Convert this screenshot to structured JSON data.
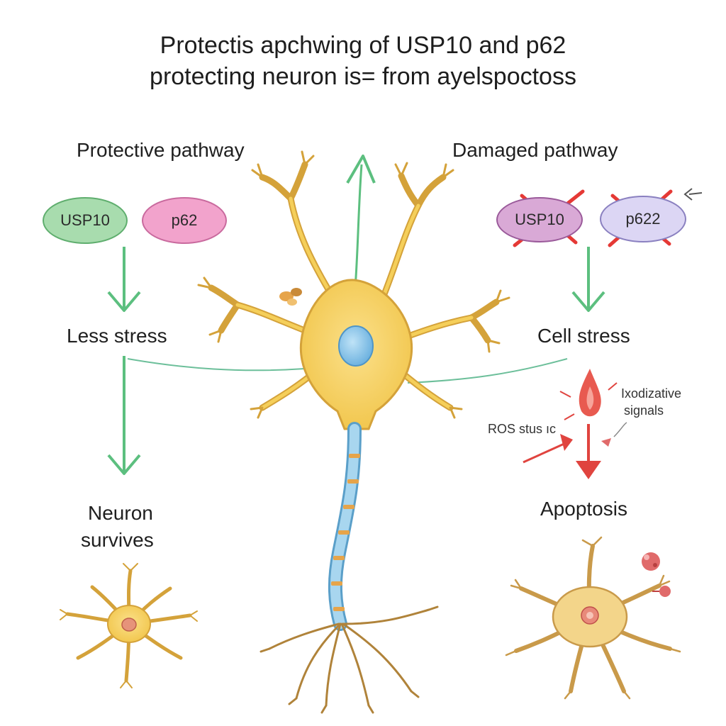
{
  "title_line1": "Protectis apchwing of USP10 and p62",
  "title_line2": "protecting neuron is= from ayelspoctoss",
  "protective": {
    "heading": "Protective pathway",
    "pill_a": "USP10",
    "pill_b": "p62",
    "step1": "Less stress",
    "outcome_line1": "Neuron",
    "outcome_line2": "survives"
  },
  "damaged": {
    "heading": "Damaged pathway",
    "pill_a": "USP10",
    "pill_b": "p622",
    "step1": "Cell stress",
    "note_oxidative_line1": "Ixodizative",
    "note_oxidative_line2": "signals",
    "note_ros": "ROS stus  ıc",
    "outcome": "Apoptosis"
  },
  "colors": {
    "green_arrow": "#5cbf7f",
    "red_arrow": "#e0443f",
    "neuron_fill": "#f5cf5a",
    "neuron_stroke": "#d4a23a",
    "nucleus": "#8cc6ea",
    "usp10_protective": "#9fd9a8",
    "p62_protective": "#f2a3cc",
    "usp10_damaged": "#d9a9d6",
    "p62_damaged": "#d9d3f2"
  }
}
